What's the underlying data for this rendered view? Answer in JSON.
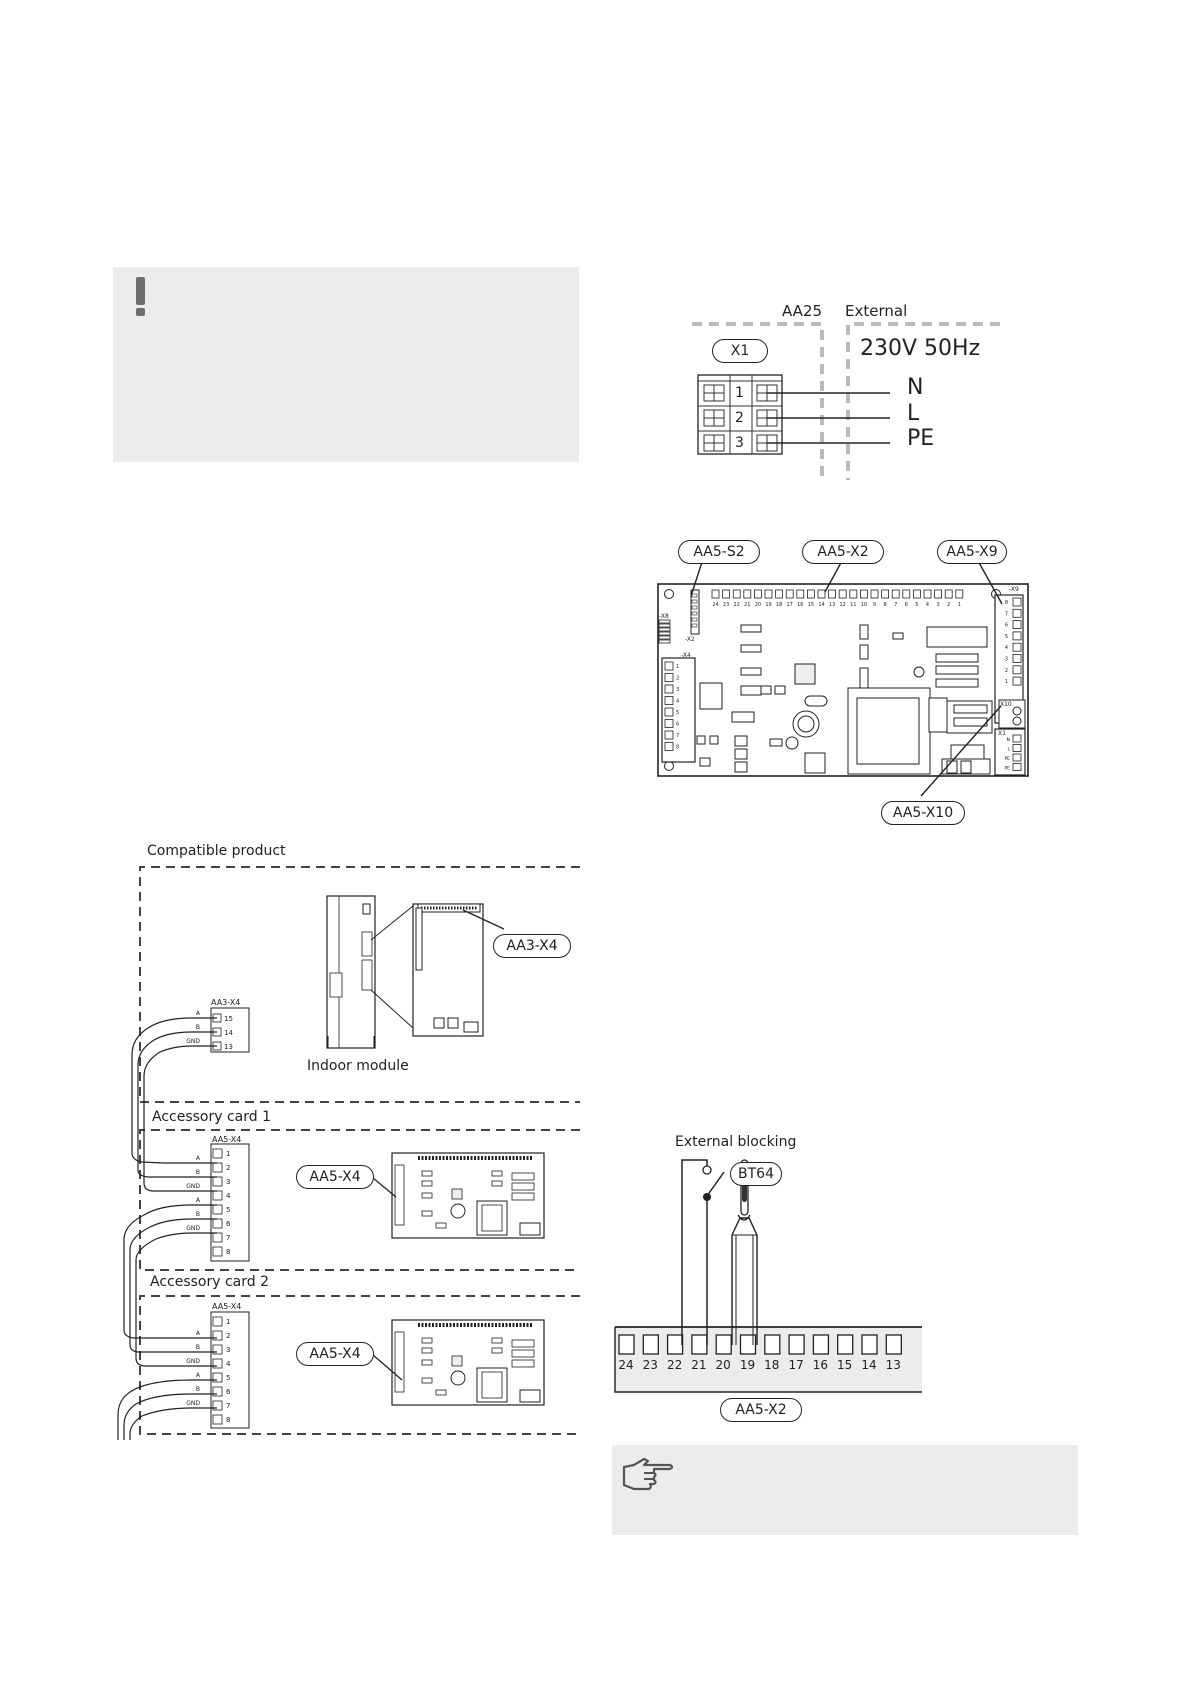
{
  "power_diagram": {
    "aa25_label": "AA25",
    "external_label": "External",
    "x1_label": "X1",
    "voltage_label": "230V 50Hz",
    "terminals": [
      "1",
      "2",
      "3"
    ],
    "conductors": [
      "N",
      "L",
      "PE"
    ]
  },
  "board_diagram": {
    "callout_s2": "AA5-S2",
    "callout_x2": "AA5-X2",
    "callout_x9": "AA5-X9",
    "callout_x10": "AA5-X10",
    "x2_pins": [
      "24",
      "23",
      "22",
      "21",
      "20",
      "19",
      "18",
      "17",
      "16",
      "15",
      "14",
      "13",
      "12",
      "11",
      "10",
      "9",
      "8",
      "7",
      "6",
      "5",
      "4",
      "3",
      "2",
      "1"
    ],
    "x4_pins": [
      "1",
      "2",
      "3",
      "4",
      "5",
      "6",
      "7",
      "8"
    ],
    "x9_pins": [
      "8",
      "7",
      "6",
      "5",
      "4",
      "3",
      "2",
      "1"
    ],
    "x1_pins": [
      "N",
      "L",
      "PE",
      "PE"
    ],
    "header_x2": "-X2",
    "header_x4": "-X4",
    "header_x8": "-X8",
    "header_x9": "-X9",
    "header_x10": "X10",
    "header_x1": "X1"
  },
  "comm_diagram": {
    "compatible_product": "Compatible product",
    "indoor_module": "Indoor module",
    "aa3_x4_callout": "AA3-X4",
    "aa3_x4_small": "AA3-X4",
    "aa3_pins": [
      "15",
      "14",
      "13"
    ],
    "signal_labels": [
      "A",
      "B",
      "GND"
    ],
    "accessory_card_1": "Accessory card 1",
    "accessory_card_2": "Accessory card 2",
    "aa5_x4_small": "AA5-X4",
    "aa5_x4_callout": "AA5-X4",
    "aa5_pins": [
      "1",
      "2",
      "3",
      "4",
      "5",
      "6",
      "7",
      "8"
    ]
  },
  "blocking_diagram": {
    "external_blocking": "External blocking",
    "bt64": "BT64",
    "x2_pins": [
      "24",
      "23",
      "22",
      "21",
      "20",
      "19",
      "18",
      "17",
      "16",
      "15",
      "14",
      "13"
    ],
    "aa5_x2": "AA5-X2"
  },
  "note_icons": {
    "caution_icon": "exclamation-icon",
    "tip_icon": "pointing-hand-icon"
  }
}
